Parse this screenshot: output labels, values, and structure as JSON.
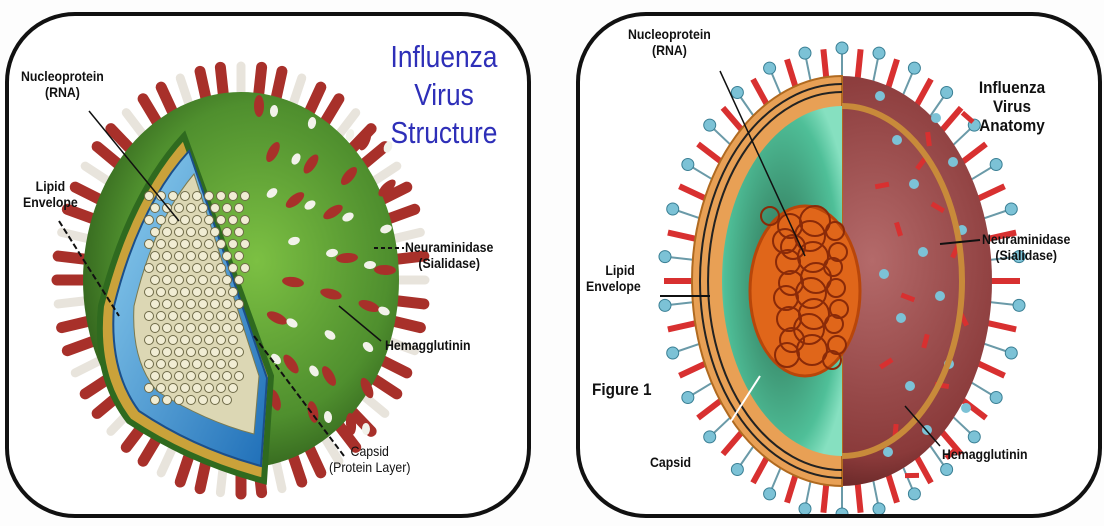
{
  "left_panel": {
    "title": [
      "Influenza",
      "Virus",
      "Structure"
    ],
    "labels": {
      "nucleoprotein": [
        "Nucleoprotein",
        "(RNA)"
      ],
      "lipid_envelope": [
        "Lipid",
        "Envelope"
      ],
      "neuraminidase": [
        "Neuraminidase",
        "(Sialidase)"
      ],
      "hemagglutinin": "Hemagglutinin",
      "capsid": [
        "Capsid",
        "(Protein Layer)"
      ]
    }
  },
  "right_panel": {
    "title": [
      "Influenza",
      "Virus",
      "Anatomy"
    ],
    "figure_label": "Figure 1",
    "labels": {
      "nucleoprotein": [
        "Nucleoprotein",
        "(RNA)"
      ],
      "lipid_envelope": [
        "Lipid",
        "Envelope"
      ],
      "neuraminidase": [
        "Neuraminidase",
        "(Sialidase)"
      ],
      "hemagglutinin": "Hemagglutinin",
      "capsid": "Capsid"
    }
  },
  "colors": {
    "title_blue": "#2e2fb8",
    "spike_red": "#a8302a",
    "envelope_green": "#4f8f2e",
    "capsid_blue": "#3a8fd0",
    "capsid_teal": "#3fae8a",
    "rna_orange": "#e0661a",
    "neuraminidase_blue": "#7cc2d6",
    "outer_red": "#d83030"
  }
}
